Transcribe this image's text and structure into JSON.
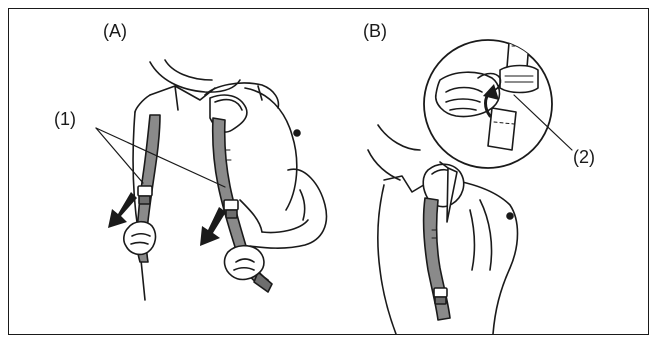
{
  "panels": {
    "a": {
      "label": "(A)"
    },
    "b": {
      "label": "(B)"
    }
  },
  "callouts": {
    "strap_adjuster": "(1)",
    "buckle": "(2)"
  },
  "colors": {
    "outline": "#1a1a1a",
    "strap_fill": "#8a8a8a",
    "strap_dark": "#6e6e6e",
    "clothing_fill": "#ffffff",
    "background": "#ffffff"
  }
}
